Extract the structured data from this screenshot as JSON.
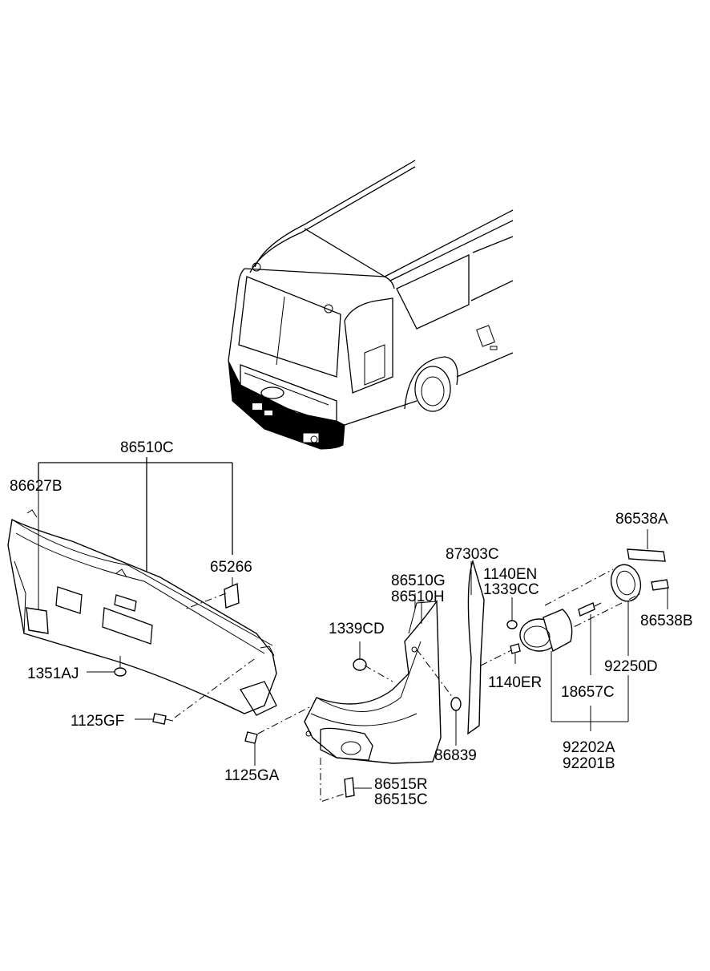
{
  "parts": {
    "p86510C": "86510C",
    "p86627B": "86627B",
    "p65266": "65266",
    "p1351AJ": "1351AJ",
    "p1125GF": "1125GF",
    "p1125GA": "1125GA",
    "p87303C": "87303C",
    "p86510G": "86510G",
    "p86510H": "86510H",
    "p1339CD": "1339CD",
    "p86839": "86839",
    "p86515R": "86515R",
    "p86515C": "86515C",
    "p1140EN": "1140EN",
    "p1339CC": "1339CC",
    "p1140ER": "1140ER",
    "p86538A": "86538A",
    "p86538B": "86538B",
    "p92250D": "92250D",
    "p18657C": "18657C",
    "p92202A": "92202A",
    "p92201B": "92201B"
  }
}
